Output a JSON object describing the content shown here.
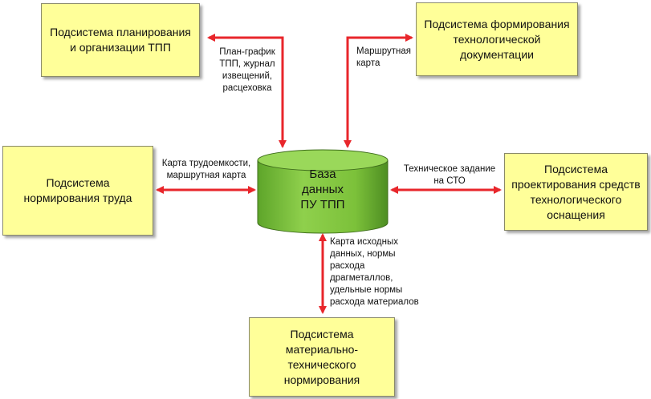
{
  "colors": {
    "box_fill": "#ffff99",
    "db_fill": "#7dc33b",
    "arrow": "#e8262b"
  },
  "nodes": {
    "planning": "Подсистема планирования\nи организации ТПП",
    "tech_docs": "Подсистема формирования\nтехнологической\nдокументации",
    "labor": "Подсистема\nнормирования труда",
    "database": "База\nданных\nПУ ТПП",
    "tooling": "Подсистема\nпроектирования средств\nтехнологического\nоснащения",
    "material": "Подсистема\nматериально-\nтехнического\nнормирования"
  },
  "edges": {
    "planning": "План-график\nТПП, журнал\nизвещений,\nрасцеховка",
    "tech_docs": "Маршрутная\nкарта",
    "labor": "Карта трудоемкости,\nмаршрутная карта",
    "tooling": "Техническое задание\nна СТО",
    "material": "Карта исходных\nданных, нормы\nрасхода\nдрагметаллов,\nудельные нормы\nрасхода материалов"
  }
}
